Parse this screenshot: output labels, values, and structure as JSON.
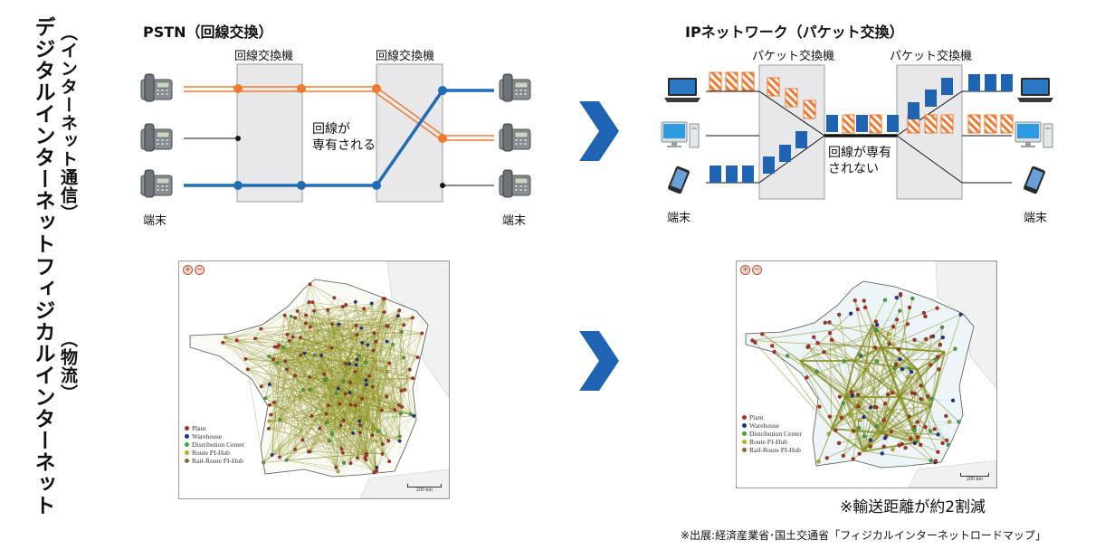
{
  "row_labels": {
    "digital_main": "デジタルインターネット",
    "digital_sub": "（インターネット通信）",
    "physical_main": "フィジカルインターネット",
    "physical_sub": "（物流）"
  },
  "pstn": {
    "title": "PSTN（回線交換）",
    "switch1": "回線交換機",
    "switch2": "回線交換機",
    "annotation_line1": "回線が",
    "annotation_line2": "専有される",
    "terminal_left": "端末",
    "terminal_right": "端末"
  },
  "ip": {
    "title": "IPネットワーク（パケット交換）",
    "switch1": "パケット交換機",
    "switch2": "パケット交換機",
    "annotation_line1": "回線が専有",
    "annotation_line2": "されない",
    "terminal_left": "端末",
    "terminal_right": "端末"
  },
  "maps": {
    "legend": [
      "Plant",
      "Warehouse",
      "Distribution Center",
      "Route PI-Hub",
      "Rail-Route PI-Hub"
    ],
    "legend_colors": [
      "#b32d1e",
      "#1a2f9a",
      "#3aa83a",
      "#b8b020",
      "#8a6a3a"
    ],
    "scale_label": "200 km",
    "zoom_in": "+",
    "zoom_out": "−"
  },
  "colors": {
    "orange": "#ee7a32",
    "blue": "#1f6db3",
    "arrow": "#1f63b3",
    "switch_fill": "#e8e8ea",
    "dense_route": "#8a8f1c"
  },
  "notes": {
    "reduction": "※輸送距離が約2割減",
    "source": "※出展:経済産業省･国土交通省「フィジカルインターネットロードマップ」"
  }
}
